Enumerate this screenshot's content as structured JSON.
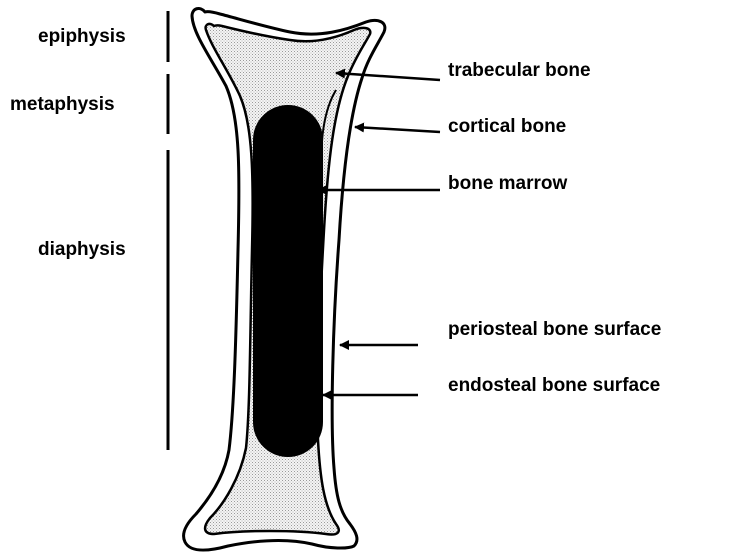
{
  "diagram": {
    "regions": [
      {
        "key": "epiphysis",
        "label": "epiphysis"
      },
      {
        "key": "metaphysis",
        "label": "metaphysis"
      },
      {
        "key": "diaphysis",
        "label": "diaphysis"
      }
    ],
    "callouts": [
      {
        "key": "trabecular",
        "label": "trabecular bone"
      },
      {
        "key": "cortical",
        "label": "cortical bone"
      },
      {
        "key": "marrow",
        "label": "bone marrow"
      },
      {
        "key": "periosteal",
        "label": "periosteal bone surface"
      },
      {
        "key": "endosteal",
        "label": "endosteal bone surface"
      }
    ]
  },
  "colors": {
    "outline": "#000000",
    "trabecular_fill": "#e6e6e6",
    "marrow_fill": "#000000",
    "background": "#ffffff"
  }
}
